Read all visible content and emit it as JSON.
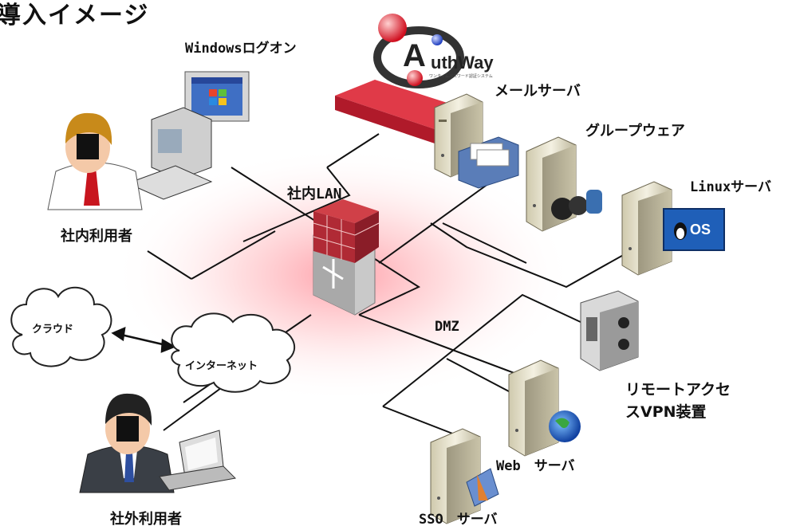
{
  "title": "導入イメージ",
  "labels": {
    "windows_logon": "Windowsログオン",
    "internal_user": "社内利用者",
    "internal_lan": "社内LAN",
    "mail_server": "メールサーバ",
    "groupware": "グループウェア",
    "linux_server": "Linuxサーバ",
    "cloud": "クラウド",
    "internet": "インターネット",
    "dmz": "DMZ",
    "remote_access": "リモートアクセ",
    "remote_access_2": "スVPN装置",
    "web_server": "Web　サーバ",
    "sso_server": "SSO　サーバ",
    "external_user": "社外利用者"
  },
  "authway": {
    "logo_text": "uthWay",
    "logo_letter": "A",
    "tagline": "ワンタイムパスワード認証システム"
  },
  "linux_badge": "OS",
  "colors": {
    "glow": "#ff5060",
    "firewall_brick": "#c0303a",
    "appliance_red": "#c01828",
    "line": "#111111"
  }
}
